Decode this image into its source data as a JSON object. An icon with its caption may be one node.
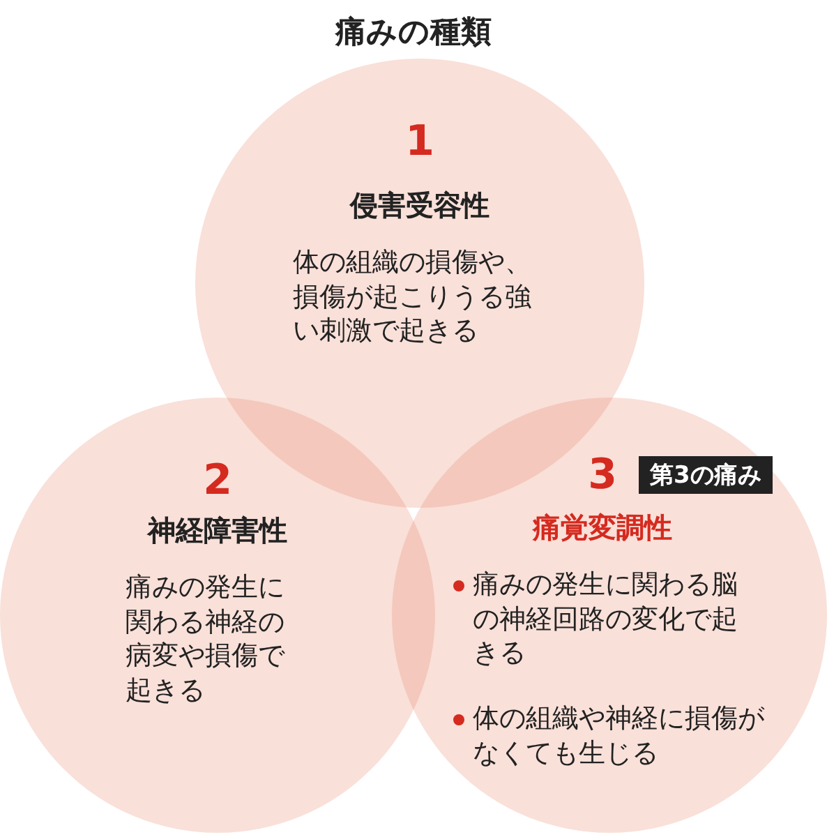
{
  "diagram": {
    "title": "痛みの種類",
    "nodes": [
      {
        "text": [
          "1",
          "侵害受容性",
          "体の組織の損傷や、損傷が起こりうる強い刺激で起きる"
        ]
      },
      {
        "text": [
          "2",
          "神経障害性",
          "痛みの発生に関わる神経の病変や損傷で起きる"
        ]
      },
      {
        "text": [
          "3",
          "第3の痛み",
          "痛覚変調性",
          "痛みの発生に関わる脳の神経回路の変化で起きる",
          "体の組織や神経に損傷がなくても生じる"
        ]
      }
    ]
  }
}
